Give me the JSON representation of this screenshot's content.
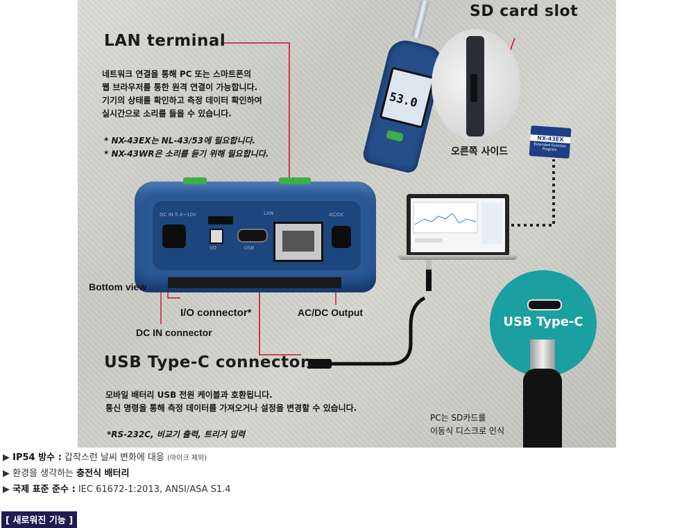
{
  "hero": {
    "lan_title": "LAN terminal",
    "lan_desc": [
      "네트워크 연결을 통해 PC 또는 스마트폰의",
      "웹 브라우저를 통한 원격 연결이 가능합니다.",
      "기기의 상태를 확인하고 측정 데이터 확인하여",
      "실시간으로 소리를 들을 수 있습니다."
    ],
    "lan_notes": [
      "* NX-43EX는 NL-43/53에 필요합니다.",
      "* NX-43WR은 소리를 듣기 위해 필요합니다."
    ],
    "sd_title": "SD card slot",
    "right_side": "오른쪽 사이드",
    "meter_value": "53.0",
    "card_label": "NX-43EX",
    "card_sub": "Extended Function Program",
    "device_labels": {
      "dc": "DC IN 5.4~10V",
      "io": "I/O",
      "usb": "USB",
      "lan": "LAN",
      "acdc": "AC/DC"
    },
    "bottom_view": "Bottom view",
    "io_connector": "I/O connector*",
    "acdc_output": "AC/DC Output",
    "dc_in": "DC IN connector",
    "usb_title": "USB Type-C connector",
    "usb_desc": [
      "모바일 배터리 USB 전원 케이블과 호환됩니다.",
      "통신 명령을 통해 측정 데이터를 가져오거나 설정을 변경할 수 있습니다."
    ],
    "usb_note": "*RS-232C, 비교기 출력, 트리거 입력",
    "usb_circle": "USB Type-C",
    "pc_sd": [
      "PC는 SD카드를",
      "이동식 디스크로 인식"
    ]
  },
  "bullets": {
    "b1_bold": "IP54 방수 :",
    "b1_text": " 갑작스런 날씨 변화에 대응 ",
    "b1_small": "(마이크 제외)",
    "b2_text": "환경을 생각하는 ",
    "b2_bold": "충전식 배터리",
    "b3_bold": "국제 표준 준수 :",
    "b3_text": " IEC 61672-1:2013, ANSI/ASA S1.4",
    "marker": "▶"
  },
  "section_tag": "[ 새로워진 기능 ]",
  "colors": {
    "accent_red": "#c8102e",
    "teal": "#1b9fa0",
    "device_blue": "#254f8c",
    "tag_bg": "#1d1d52"
  }
}
